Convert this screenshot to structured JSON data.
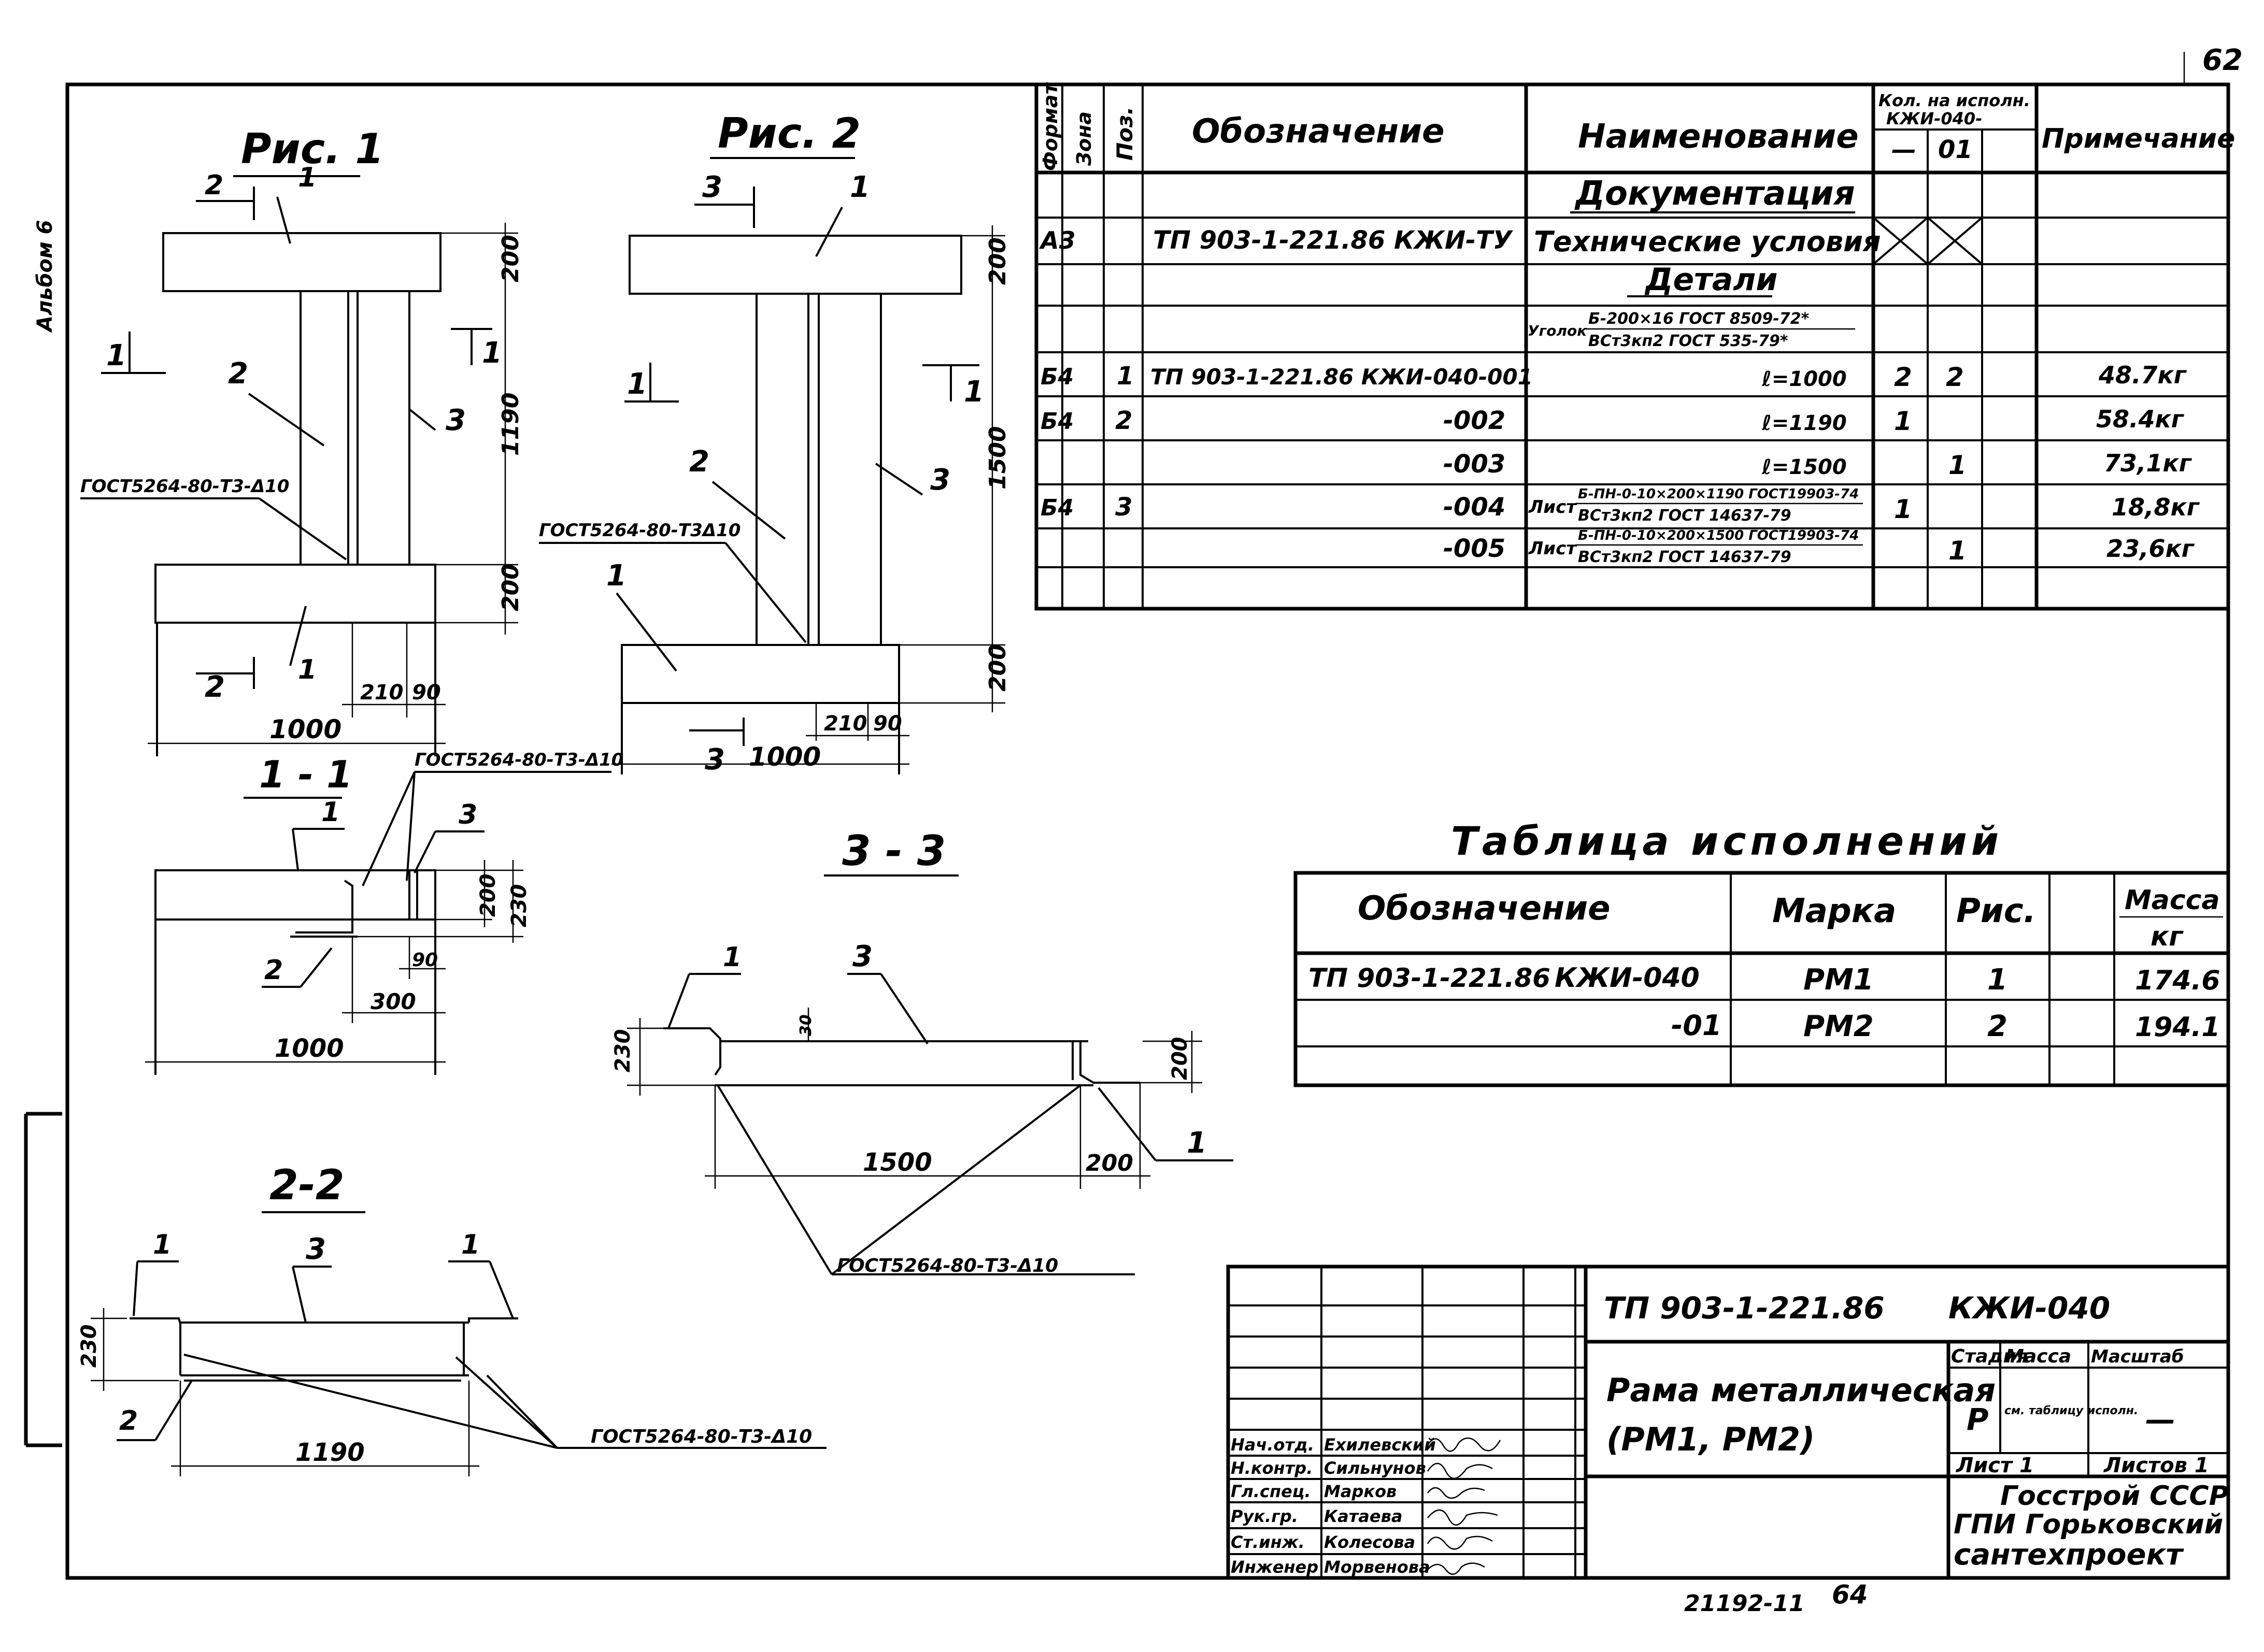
{
  "page": {
    "sheet_number_top": "62",
    "left_margin_text": "Альбом 6",
    "bottom_code": "21192-11",
    "bottom_page": "64"
  },
  "figures": {
    "fig1": {
      "title": "Рис. 1",
      "section_marks": {
        "s2_top": "2",
        "s2_bottom": "2",
        "s1_left": "1",
        "s1_right": "1"
      },
      "positions": {
        "p1_top": "1",
        "p2": "2",
        "p3": "3",
        "p1_bottom": "1"
      },
      "weld": "ГОСТ5264-80-Т3-Δ10",
      "dims": {
        "top": "200",
        "middle": "1190",
        "bottom": "200",
        "a": "210",
        "b": "90",
        "width": "1000"
      }
    },
    "fig2": {
      "title": "Рис. 2",
      "section_marks": {
        "s3_top": "3",
        "s3_bottom": "3",
        "s1_left": "1",
        "s1_right": "1"
      },
      "positions": {
        "p1_top": "1",
        "p2": "2",
        "p3": "3",
        "p1_bottom": "1"
      },
      "weld": "ГОСТ5264-80-Т3Δ10",
      "dims": {
        "top": "200",
        "middle": "1500",
        "bottom": "200",
        "a": "210",
        "b": "90",
        "width": "1000"
      }
    },
    "sec11": {
      "title": "1 - 1",
      "positions": {
        "p1": "1",
        "p2": "2",
        "p3": "3"
      },
      "weld": "ГОСТ5264-80-Т3-Δ10",
      "dims": {
        "h1": "200",
        "h2": "230",
        "d90": "90",
        "d300": "300",
        "width": "1000"
      }
    },
    "sec33": {
      "title": "3 - 3",
      "positions": {
        "p1_left": "1",
        "p3": "3",
        "p1_right": "1"
      },
      "weld": "ГОСТ5264-80-Т3-Δ10",
      "dims": {
        "h230": "230",
        "d30": "30",
        "h200": "200",
        "len": "1500",
        "d200": "200"
      }
    },
    "sec22": {
      "title": "2-2",
      "positions": {
        "p1_left": "1",
        "p3": "3",
        "p1_right": "1",
        "p2": "2"
      },
      "weld": "ГОСТ5264-80-Т3-Δ10",
      "dims": {
        "h230": "230",
        "len": "1190"
      }
    }
  },
  "spec": {
    "headers": {
      "format": "Формат",
      "zone": "Зона",
      "pos": "Поз.",
      "designation": "Обозначение",
      "name": "Наименование",
      "qty_title": "Кол. на исполн.",
      "qty_sub": "КЖИ-040-",
      "qty_col1": "—",
      "qty_col2": "01",
      "note": "Примечание"
    },
    "rows": {
      "doc_section": "Документация",
      "r1": {
        "format": "А3",
        "designation": "ТП 903-1-221.86 КЖИ-ТУ",
        "name": "Технические условия"
      },
      "det_section": "Детали",
      "r2": {
        "prefix": "Уголок",
        "name_top": "Б-200×16 ГОСТ 8509-72*",
        "name_bottom": "ВСт3кп2 ГОСТ 535-79*"
      },
      "r3": {
        "format": "Б4",
        "pos": "1",
        "designation": "ТП 903-1-221.86 КЖИ-040-001",
        "name": "ℓ=1000",
        "q1": "2",
        "q2": "2",
        "note": "48.7кг"
      },
      "r4": {
        "format": "Б4",
        "pos": "2",
        "designation": "-002",
        "name": "ℓ=1190",
        "q1": "1",
        "note": "58.4кг"
      },
      "r5": {
        "designation": "-003",
        "name": "ℓ=1500",
        "q2": "1",
        "note": "73,1кг"
      },
      "r6": {
        "format": "Б4",
        "pos": "3",
        "designation": "-004",
        "prefix": "Лист",
        "name_top": "Б-ПН-0-10×200×1190 ГОСТ19903-74",
        "name_bottom": "ВСт3кп2 ГОСТ 14637-79",
        "q1": "1",
        "note": "18,8кг"
      },
      "r7": {
        "designation": "-005",
        "prefix": "Лист",
        "name_top": "Б-ПН-0-10×200×1500 ГОСТ19903-74",
        "name_bottom": "ВСт3кп2 ГОСТ 14637-79",
        "q2": "1",
        "note": "23,6кг"
      }
    }
  },
  "exec_table": {
    "title": "Таблица исполнений",
    "headers": {
      "designation": "Обозначение",
      "mark": "Марка",
      "fig": "Рис.",
      "mass_top": "Масса",
      "mass_bottom": "кг"
    },
    "rows": [
      {
        "designation": "ТП 903-1-221.86",
        "code": "КЖИ-040",
        "mark": "РМ1",
        "fig": "1",
        "mass": "174.6"
      },
      {
        "code": "-01",
        "mark": "РМ2",
        "fig": "2",
        "mass": "194.1"
      }
    ]
  },
  "title_block": {
    "code": "ТП 903-1-221.86",
    "code_suffix": "КЖИ-040",
    "name_line1": "Рама металлическая",
    "name_line2": "(РМ1, РМ2)",
    "stage_label": "Стадия",
    "mass_label": "Масса",
    "scale_label": "Масштаб",
    "stage": "Р",
    "mass_value": "см. таблицу исполн.",
    "scale": "—",
    "sheet": "Лист 1",
    "sheets": "Листов 1",
    "org_line1": "Госстрой СССР",
    "org_line2": "ГПИ Горьковский",
    "org_line3": "сантехпроект",
    "staff": [
      {
        "role": "Нач.отд.",
        "name": "Ехилевский"
      },
      {
        "role": "Н.контр.",
        "name": "Сильнунов"
      },
      {
        "role": "Гл.спец.",
        "name": "Марков"
      },
      {
        "role": "Рук.гр.",
        "name": "Катаева"
      },
      {
        "role": "Ст.инж.",
        "name": "Колесова"
      },
      {
        "role": "Инженер",
        "name": "Морвенова"
      }
    ]
  }
}
